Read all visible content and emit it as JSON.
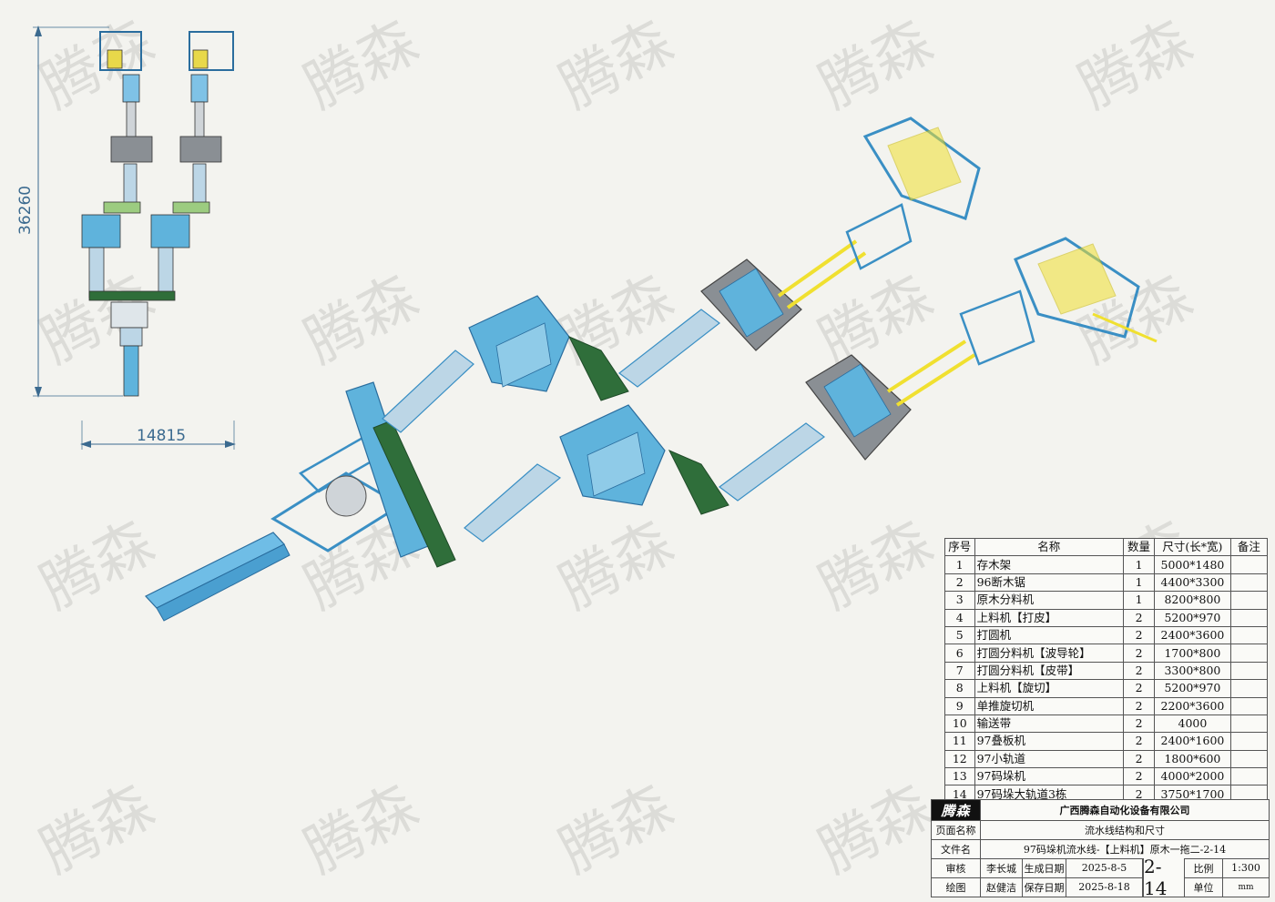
{
  "watermark_text": "腾森",
  "dimensions": {
    "overall_length": "36260",
    "overall_width": "14815"
  },
  "parts_table": {
    "headers": {
      "no": "序号",
      "name": "名称",
      "qty": "数量",
      "size": "尺寸(长*宽)",
      "note": "备注"
    },
    "rows": [
      {
        "no": "1",
        "name": "存木架",
        "qty": "1",
        "size": "5000*1480"
      },
      {
        "no": "2",
        "name": "96断木锯",
        "qty": "1",
        "size": "4400*3300"
      },
      {
        "no": "3",
        "name": "原木分料机",
        "qty": "1",
        "size": "8200*800"
      },
      {
        "no": "4",
        "name": "上料机【打皮】",
        "qty": "2",
        "size": "5200*970"
      },
      {
        "no": "5",
        "name": "打圆机",
        "qty": "2",
        "size": "2400*3600"
      },
      {
        "no": "6",
        "name": "打圆分料机【波导轮】",
        "qty": "2",
        "size": "1700*800"
      },
      {
        "no": "7",
        "name": "打圆分料机【皮带】",
        "qty": "2",
        "size": "3300*800"
      },
      {
        "no": "8",
        "name": "上料机【旋切】",
        "qty": "2",
        "size": "5200*970"
      },
      {
        "no": "9",
        "name": "单推旋切机",
        "qty": "2",
        "size": "2200*3600"
      },
      {
        "no": "10",
        "name": "输送带",
        "qty": "2",
        "size": "4000"
      },
      {
        "no": "11",
        "name": "97叠板机",
        "qty": "2",
        "size": "2400*1600"
      },
      {
        "no": "12",
        "name": "97小轨道",
        "qty": "2",
        "size": "1800*600"
      },
      {
        "no": "13",
        "name": "97码垛机",
        "qty": "2",
        "size": "4000*2000"
      },
      {
        "no": "14",
        "name": "97码垛大轨道3栋",
        "qty": "2",
        "size": "3750*1700"
      }
    ]
  },
  "title_block": {
    "logo": "腾森",
    "company": "广西腾森自动化设备有限公司",
    "page_name_label": "页面名称",
    "page_name": "流水线结构和尺寸",
    "file_name_label": "文件名",
    "file_name": "97码垛机流水线-【上料机】原木一拖二-2-14",
    "reviewer_label": "审核",
    "reviewer": "李长城",
    "created_label": "生成日期",
    "created": "2025-8-5",
    "drafter_label": "绘图",
    "drafter": "赵健洁",
    "saved_label": "保存日期",
    "saved": "2025-8-18",
    "drawing_no": "2-14",
    "scale_label": "比例",
    "scale": "1:300",
    "unit_label": "单位",
    "unit": "mm"
  },
  "colors": {
    "machine_blue": "#5fb3dc",
    "frame_blue": "#3a8fc4",
    "conveyor_green": "#2f6e3a",
    "rail_yellow": "#f0e030",
    "saw_grey": "#8a8f94",
    "dimension": "#3b6a8f"
  }
}
